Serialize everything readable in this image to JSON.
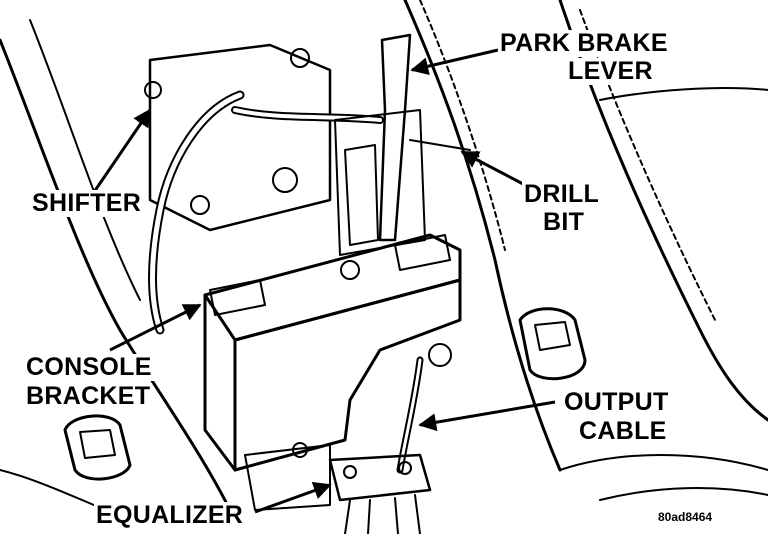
{
  "labels": {
    "park_brake_line1": "PARK BRAKE",
    "park_brake_line2": "LEVER",
    "shifter": "SHIFTER",
    "drill_bit_line1": "DRILL",
    "drill_bit_line2": "BIT",
    "console_bracket_line1": "CONSOLE",
    "console_bracket_line2": "BRACKET",
    "output_cable_line1": "OUTPUT",
    "output_cable_line2": "CABLE",
    "equalizer": "EQUALIZER"
  },
  "figure_code": "80ad8464"
}
